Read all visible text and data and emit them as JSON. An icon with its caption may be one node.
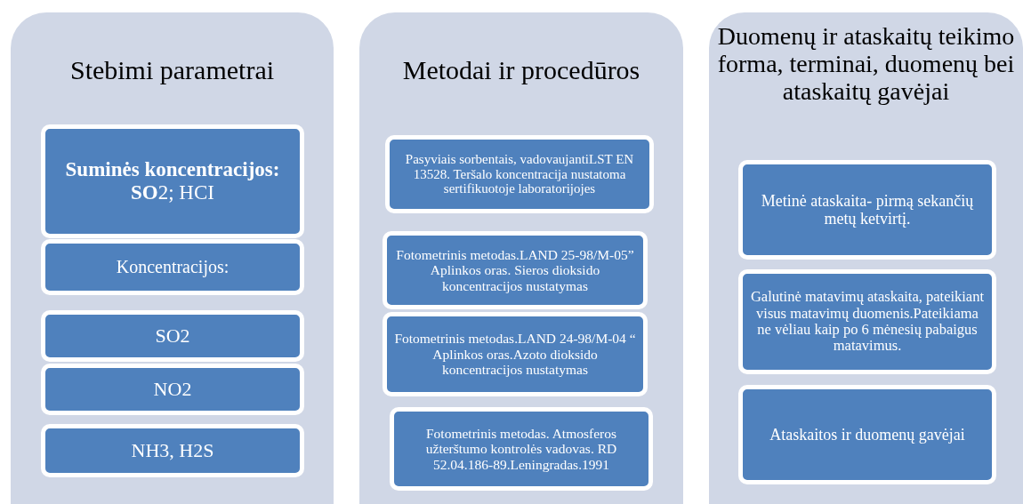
{
  "diagram": {
    "nodes": [
      {
        "text": [
          "Stebimi parametrai"
        ]
      },
      {
        "text": [
          "**Suminės koncentracijos: SO**2; HCI"
        ],
        "in": 0
      },
      {
        "text": [
          "Koncentracijos:"
        ],
        "in": 0
      },
      {
        "text": [
          "SO2"
        ],
        "in": 0
      },
      {
        "text": [
          "NO2"
        ],
        "in": 0
      },
      {
        "text": [
          "NH3, H2S"
        ],
        "in": 0
      },
      {
        "text": [
          "Metodai ir procedūros"
        ]
      },
      {
        "text": [
          "Pasyviais sorbentais, vadovaujantiLST EN 13528. Teršalo koncentracija nustatoma sertifikuotoje laboratorijojes"
        ],
        "in": 6
      },
      {
        "text": [
          "Fotometrinis metodas.LAND 25-98/M-05” Aplinkos oras. Sieros dioksido koncentracijos nustatymas"
        ],
        "in": 6
      },
      {
        "text": [
          "Fotometrinis metodas.LAND 24-98/M-04 “ Aplinkos oras.Azoto dioksido koncentracijos nustatymas"
        ],
        "in": 6
      },
      {
        "text": [
          "Fotometrinis metodas. Atmosferos užterštumo kontrolės vadovas. RD 52.04.186-89.Leningradas.1991"
        ],
        "in": 6
      },
      {
        "text": [
          "Duomenų ir ataskaitų teikimo forma, terminai, duomenų bei ataskaitų gavėjai"
        ]
      },
      {
        "text": [
          "Metinė ataskaita- pirmą sekančių metų ketvirtį."
        ],
        "in": 11
      },
      {
        "text": [
          "Galutinė matavimų ataskaita, pateikiant visus matavimų duomenis.Pateikiama ne vėliau kaip po 6 mėnesių pabaigus matavimus."
        ],
        "in": 11
      },
      {
        "text": [
          "Ataskaitos ir duomenų gavėjai"
        ],
        "in": 11
      }
    ]
  }
}
